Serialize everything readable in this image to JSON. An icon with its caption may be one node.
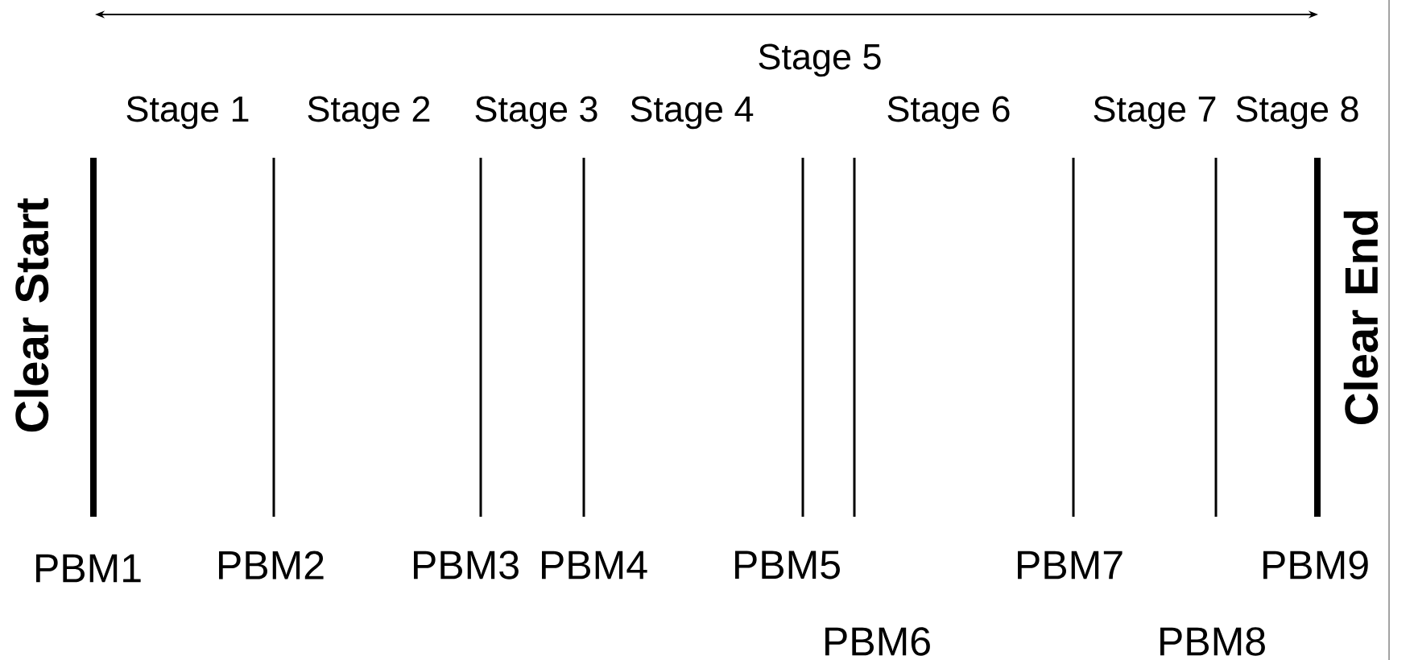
{
  "diagram": {
    "labels": [
      "Stage 5",
      "Stage 1",
      "Stage 2",
      "Stage 3",
      "Stage 4",
      "Stage 6",
      "Stage 7",
      "Stage 8",
      "Clear Start",
      "Clear End",
      "PBM1",
      "PBM2",
      "PBM3",
      "PBM4",
      "PBM5",
      "PBM7",
      "PBM9",
      "PBM6",
      "PBM8"
    ]
  }
}
